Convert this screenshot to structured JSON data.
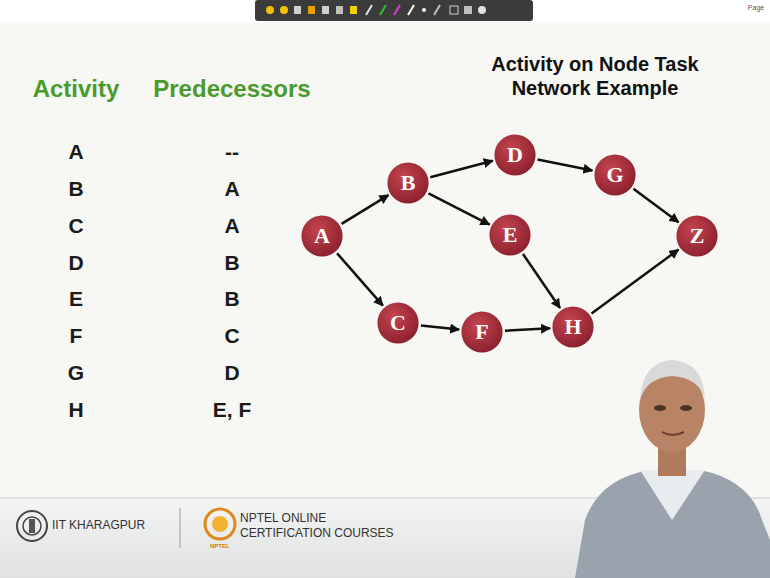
{
  "diagram": {
    "title": "Activity on Node Task Network Example",
    "nodes": [
      {
        "text": [
          "A"
        ]
      },
      {
        "text": [
          "B"
        ]
      },
      {
        "text": [
          "C"
        ]
      },
      {
        "text": [
          "D"
        ]
      },
      {
        "text": [
          "E"
        ]
      },
      {
        "text": [
          "F"
        ]
      },
      {
        "text": [
          "G"
        ]
      },
      {
        "text": [
          "H"
        ]
      },
      {
        "text": [
          "Z"
        ]
      }
    ],
    "edges": [
      {
        "from": 0,
        "to": 1,
        "arrow": "to"
      },
      {
        "from": 0,
        "to": 2,
        "arrow": "to"
      },
      {
        "from": 1,
        "to": 3,
        "arrow": "to"
      },
      {
        "from": 1,
        "to": 4,
        "arrow": "to"
      },
      {
        "from": 3,
        "to": 6,
        "arrow": "to"
      },
      {
        "from": 4,
        "to": 7,
        "arrow": "to"
      },
      {
        "from": 2,
        "to": 5,
        "arrow": "to"
      },
      {
        "from": 5,
        "to": 7,
        "arrow": "to"
      },
      {
        "from": 6,
        "to": 8,
        "arrow": "to"
      },
      {
        "from": 7,
        "to": 8,
        "arrow": "to"
      }
    ],
    "labels": [
      "Page",
      "Activity",
      "Predecessors",
      "A",
      "--",
      "B",
      "A",
      "C",
      "A",
      "D",
      "B",
      "E",
      "B",
      "F",
      "C",
      "G",
      "D",
      "H",
      "E, F",
      "IIT KHARAGPUR",
      "NPTEL ONLINE",
      "CERTIFICATION COURSES",
      "NPTEL"
    ]
  }
}
